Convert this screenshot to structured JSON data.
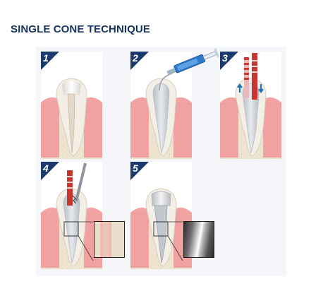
{
  "title": "SINGLE CONE TECHNIQUE",
  "steps": [
    {
      "number": "1"
    },
    {
      "number": "2"
    },
    {
      "number": "3"
    },
    {
      "number": "4"
    },
    {
      "number": "5"
    }
  ],
  "colors": {
    "title": "#16335e",
    "badge": "#1b3a6b",
    "gum": "#f19a9a",
    "bone": "#eee4d2",
    "tooth": "#f3f0ea",
    "canal": "#cfd4da",
    "gutta_percha": "#c7362f",
    "syringe": "#2d78c8"
  }
}
